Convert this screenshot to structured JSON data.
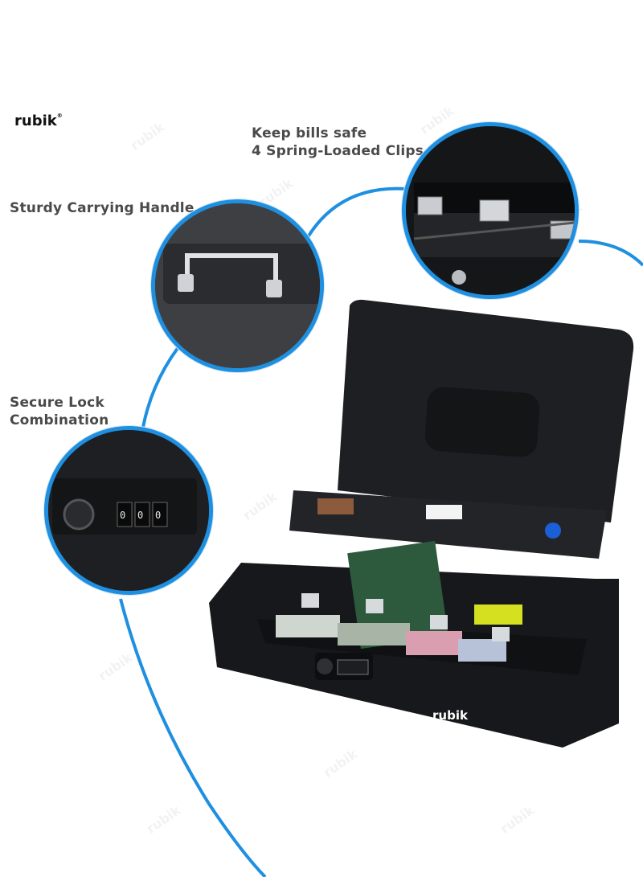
{
  "brand": {
    "logo_text": "rubik",
    "mark": "®"
  },
  "callouts": {
    "bills": {
      "line1": "Keep bills safe",
      "line2": "4 Spring-Loaded Clips"
    },
    "handle": {
      "text": "Sturdy Carrying Handle"
    },
    "lock": {
      "line1": "Secure Lock",
      "line2": "Combination"
    }
  },
  "product": {
    "lid_logo_text": "rubik",
    "lock_digits": [
      "0",
      "0",
      "0"
    ]
  },
  "colors": {
    "accent_line": "#1f8fe0",
    "box_body": "#1c1d20",
    "label_text": "#4a4a4a"
  }
}
